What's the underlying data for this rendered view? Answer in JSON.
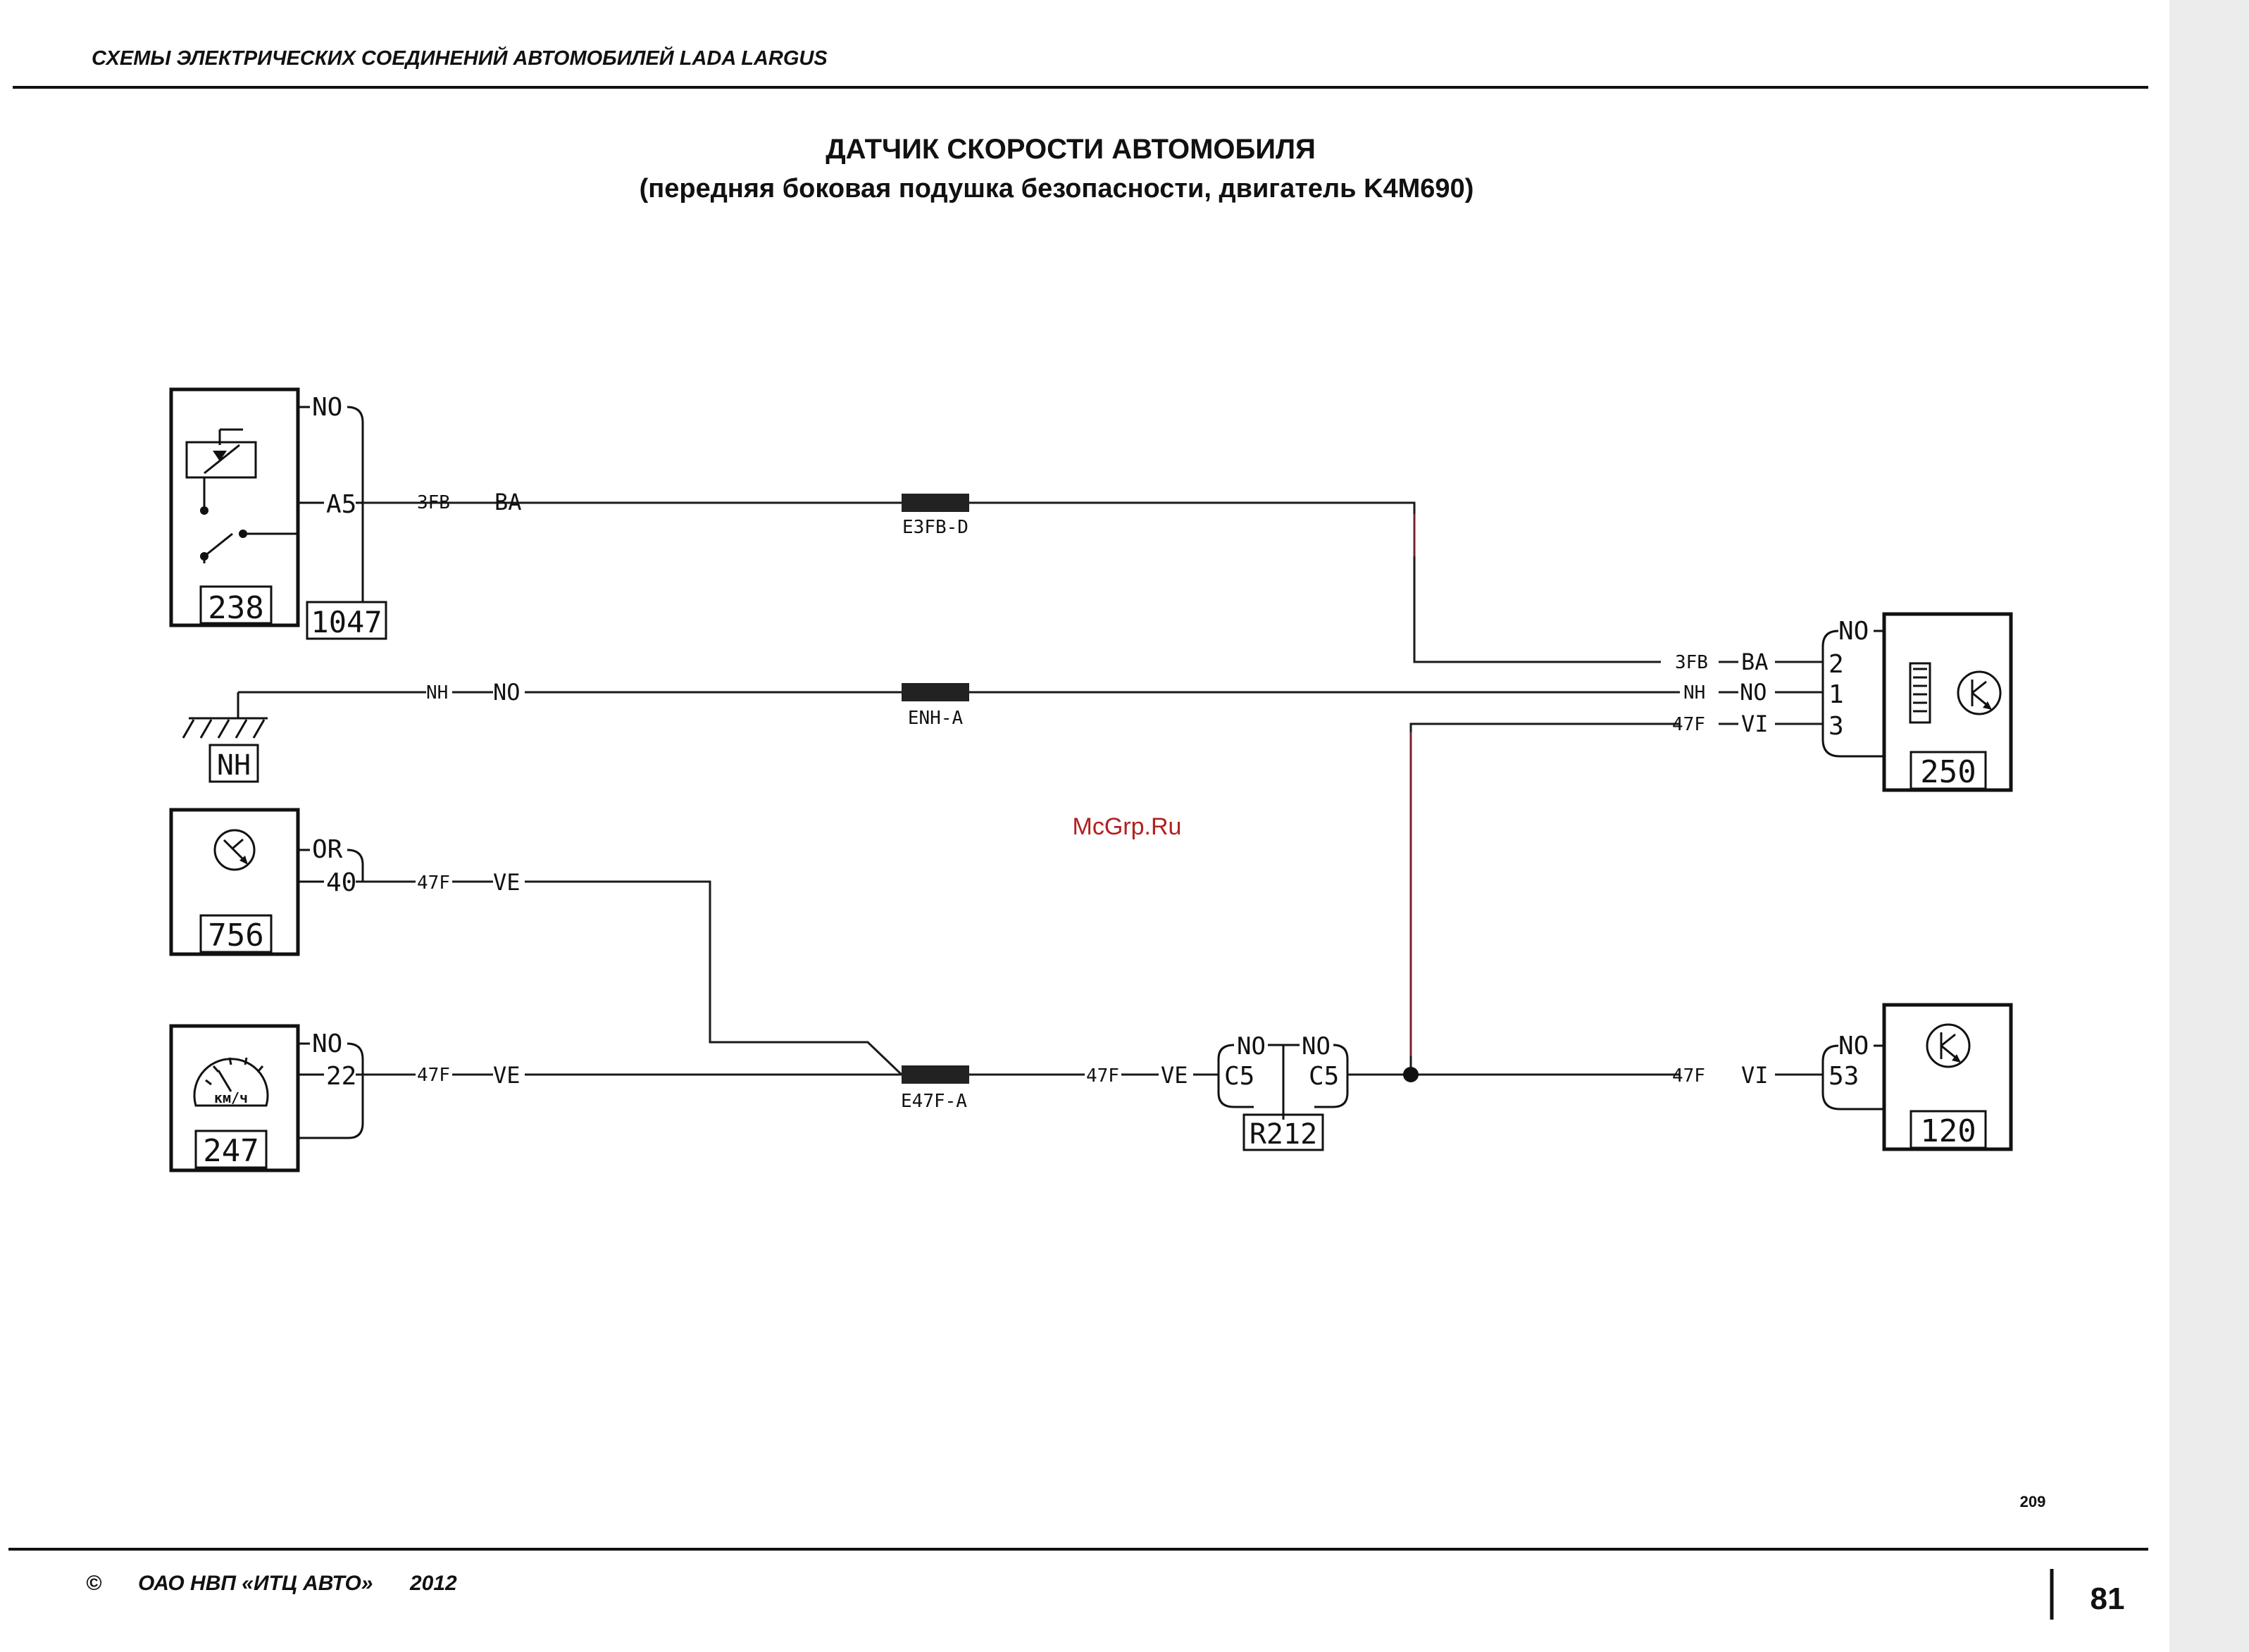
{
  "header": {
    "book_title": "СХЕМЫ ЭЛЕКТРИЧЕСКИХ СОЕДИНЕНИЙ АВТОМОБИЛЕЙ LADA LARGUS"
  },
  "diagram": {
    "title": "ДАТЧИК СКОРОСТИ АВТОМОБИЛЯ",
    "subtitle": "(передняя боковая подушка безопасности, двигатель K4M690)",
    "watermark": "McGrp.Ru",
    "figure_number": "209",
    "components": {
      "c238": {
        "id": "238",
        "pin_label": "NO",
        "pin": "A5"
      },
      "c1047": {
        "id": "1047"
      },
      "ground": {
        "id": "NH"
      },
      "c756": {
        "id": "756",
        "color": "OR",
        "pin": "40"
      },
      "c247": {
        "id": "247",
        "color": "NO",
        "pin": "22",
        "dial_unit": "км/ч"
      },
      "c250": {
        "id": "250",
        "color": "NO",
        "pins": [
          "2",
          "1",
          "3"
        ]
      },
      "c120": {
        "id": "120",
        "color": "NO",
        "pin": "53"
      },
      "r212": {
        "id": "R212",
        "color_left": "NO",
        "color_right": "NO",
        "pin_left": "C5",
        "pin_right": "C5"
      }
    },
    "connectors": {
      "e3fb": "E3FB-D",
      "enh": "ENH-A",
      "e47f": "E47F-A"
    },
    "wires": {
      "w1": {
        "code": "3FB",
        "color": "BA"
      },
      "w2": {
        "code": "NH",
        "color": "NO"
      },
      "w3": {
        "code": "47F",
        "color": "VE"
      },
      "w4": {
        "code": "47F",
        "color": "VE"
      },
      "w5": {
        "code": "47F",
        "color": "VE"
      },
      "w6": {
        "code": "3FB",
        "color": "BA"
      },
      "w7": {
        "code": "NH",
        "color": "NO"
      },
      "w8": {
        "code": "47F",
        "color": "VI"
      },
      "w9": {
        "code": "47F",
        "color": "VI"
      }
    }
  },
  "footer": {
    "copyright_sign": "©",
    "publisher": "ОАО НВП «ИТЦ АВТО»",
    "year": "2012",
    "page_number": "81"
  }
}
